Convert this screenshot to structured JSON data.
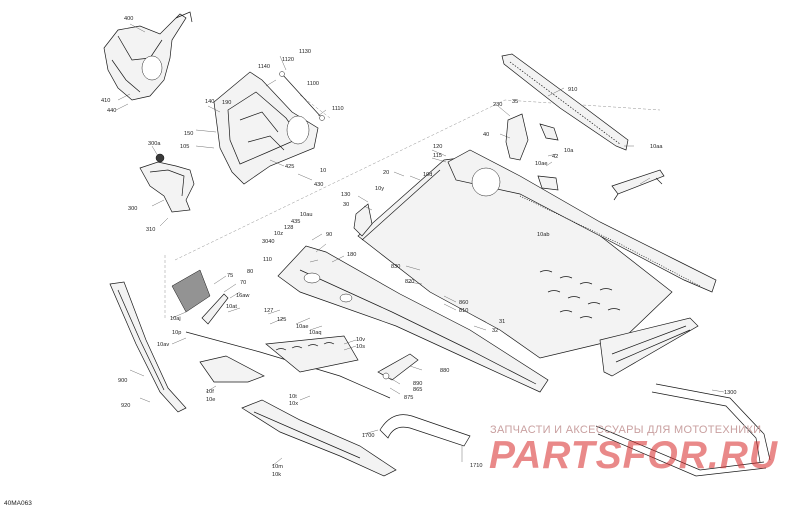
{
  "diagram": {
    "code": "40MA063",
    "callouts": {
      "c400": "400",
      "c410": "410",
      "c440": "440",
      "c1140": "1140",
      "c1120": "1120",
      "c1130": "1130",
      "c1100": "1100",
      "c1110": "1110",
      "c140": "140",
      "c190": "190",
      "c150": "150",
      "c105": "105",
      "c425": "425",
      "c430": "430",
      "c300a": "300a",
      "c300": "300",
      "c310": "310",
      "c910": "910",
      "c230": "230",
      "c35": "35",
      "c40": "40",
      "c10a": "10a",
      "c10aa": "10aa",
      "c120": "120",
      "c115": "115",
      "c42": "42",
      "c10ae": "10ae",
      "c10": "10",
      "c20": "20",
      "c10d": "10d",
      "c130": "130",
      "c30": "30",
      "c10y": "10y",
      "c10ab": "10ab",
      "c10au": "10au",
      "c435": "435",
      "c128": "128",
      "c10z": "10z",
      "c3040": "3040",
      "c110": "110",
      "c180": "180",
      "c90": "90",
      "c75": "75",
      "c80": "80",
      "c70": "70",
      "c16aw": "16aw",
      "c10at": "10at",
      "c127": "127",
      "c125": "125",
      "c830": "830",
      "c820": "820",
      "c860": "860",
      "c810": "810",
      "c31": "31",
      "c32": "32",
      "c10ae2": "10ae",
      "c10aq": "10aq",
      "c10aj": "10aj",
      "c10p": "10p",
      "c10av": "10av",
      "c10v": "10v",
      "c10s": "10s",
      "c900": "900",
      "c920": "920",
      "c10f": "10f",
      "c10e": "10e",
      "c10t": "10t",
      "c10x": "10x",
      "c880": "880",
      "c890": "890",
      "c865": "865",
      "c875": "875",
      "c1700": "1700",
      "c1710": "1710",
      "c1300": "1300",
      "c10m": "10m",
      "c10k": "10k"
    }
  },
  "watermark": {
    "subtitle": "ЗАПЧАСТИ И АКСЕССУАРЫ ДЛЯ МОТОТЕХНИКИ",
    "brand": "PARTSFOR.RU"
  }
}
